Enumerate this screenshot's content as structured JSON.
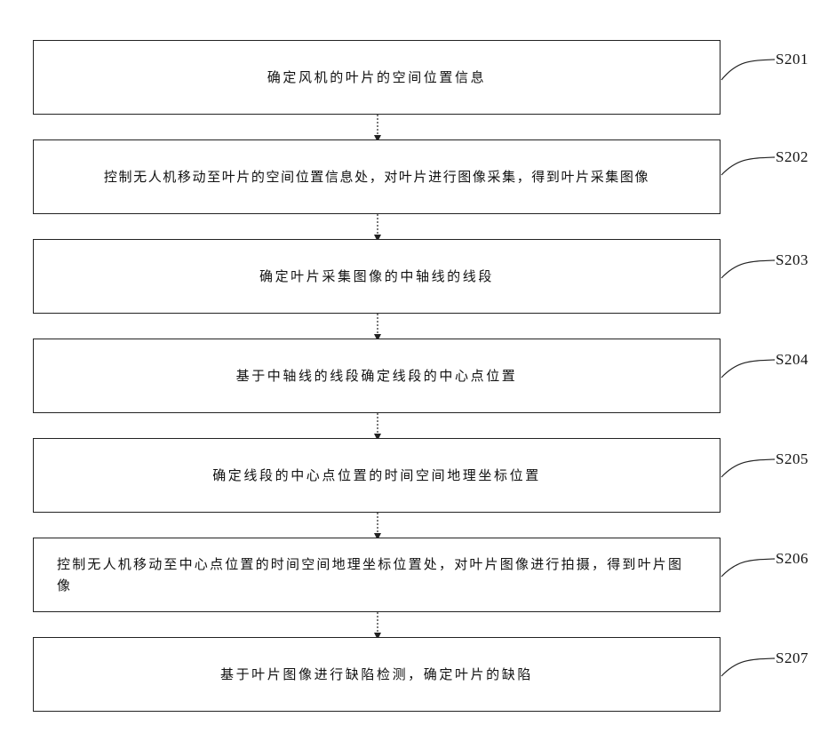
{
  "steps": [
    {
      "label": "S201",
      "text": "确定风机的叶片的空间位置信息"
    },
    {
      "label": "S202",
      "text": "控制无人机移动至叶片的空间位置信息处，对叶片进行图像采集，得到叶片采集图像"
    },
    {
      "label": "S203",
      "text": "确定叶片采集图像的中轴线的线段"
    },
    {
      "label": "S204",
      "text": "基于中轴线的线段确定线段的中心点位置"
    },
    {
      "label": "S205",
      "text": "确定线段的中心点位置的时间空间地理坐标位置"
    },
    {
      "label": "S206",
      "text": "控制无人机移动至中心点位置的时间空间地理坐标位置处，对叶片图像进行拍摄，得到叶片图像"
    },
    {
      "label": "S207",
      "text": "基于叶片图像进行缺陷检测，确定叶片的缺陷"
    }
  ]
}
